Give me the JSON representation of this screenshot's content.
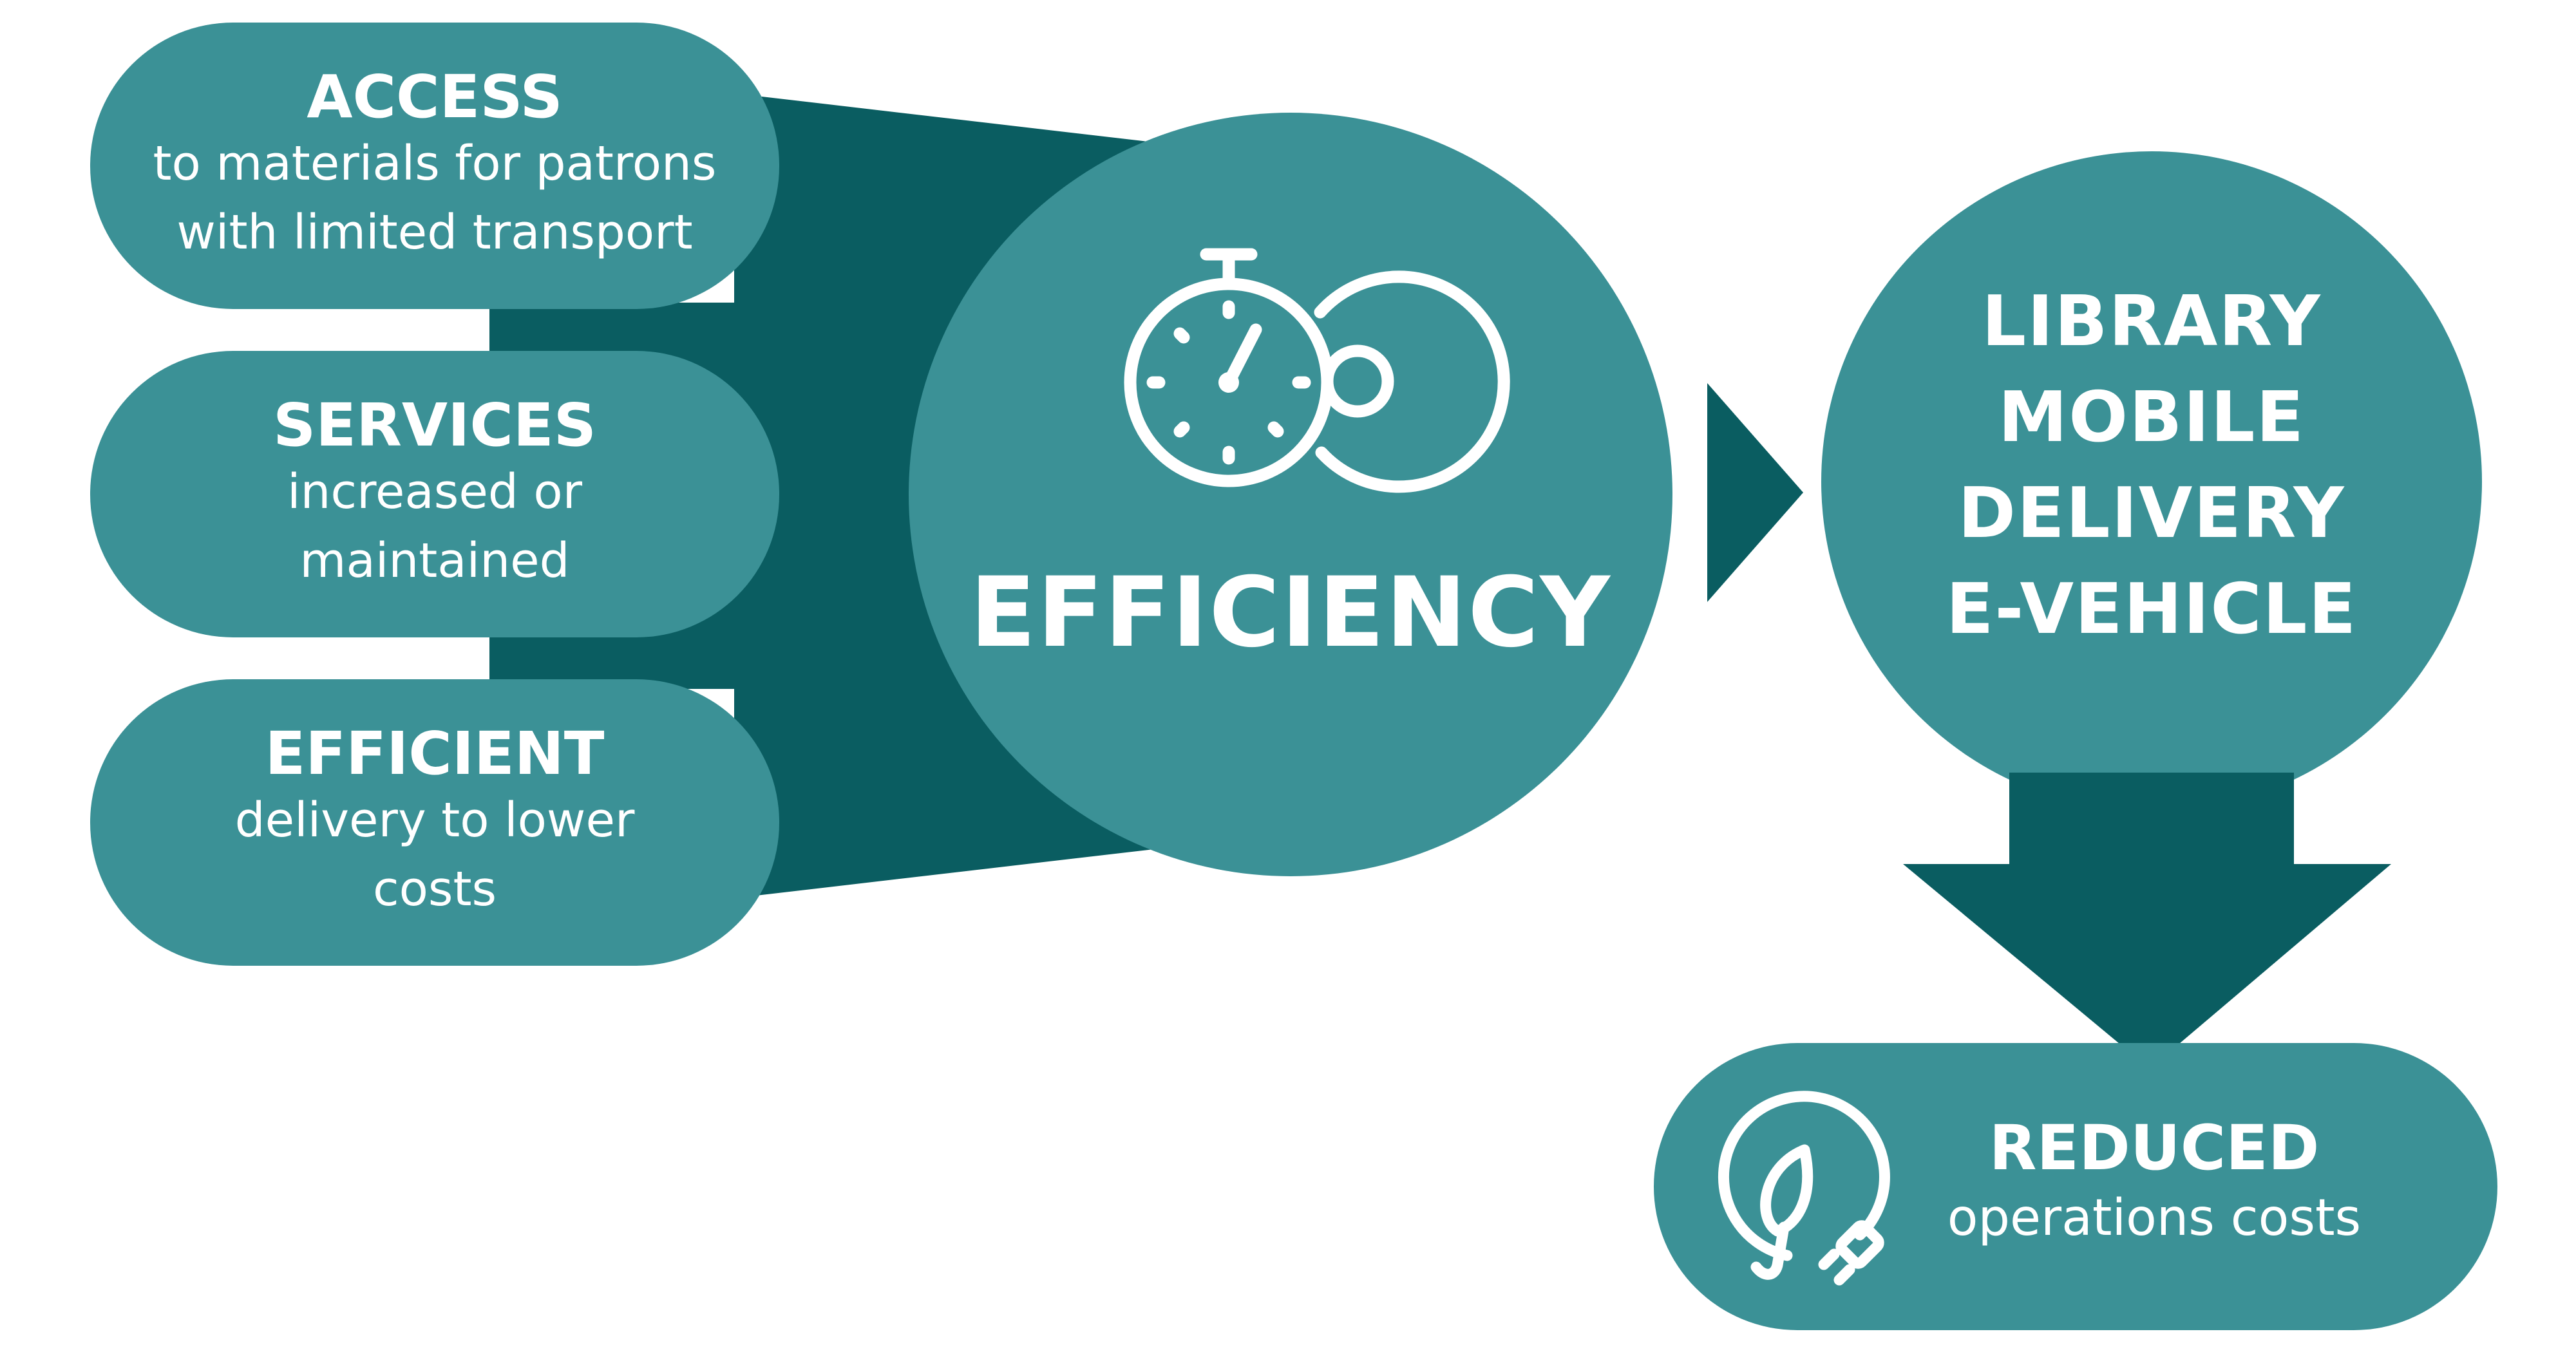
{
  "colors": {
    "pill": "#3b9196",
    "dark": "#0a5d61",
    "text": "#ffffff"
  },
  "benefits": [
    {
      "title": "ACCESS",
      "lines": [
        "to materials for patrons",
        "with limited transport"
      ]
    },
    {
      "title": "SERVICES",
      "lines": [
        "increased or",
        "maintained"
      ]
    },
    {
      "title": "EFFICIENT",
      "lines": [
        "delivery to lower",
        "costs"
      ]
    }
  ],
  "center": {
    "label": "EFFICIENCY",
    "icon": "stopwatch-gear-icon"
  },
  "library": {
    "lines": [
      "LIBRARY",
      "MOBILE",
      "DELIVERY",
      "E-VEHICLE"
    ]
  },
  "result": {
    "title": "REDUCED",
    "subtitle": "operations costs",
    "icon": "leaf-plug-icon"
  }
}
